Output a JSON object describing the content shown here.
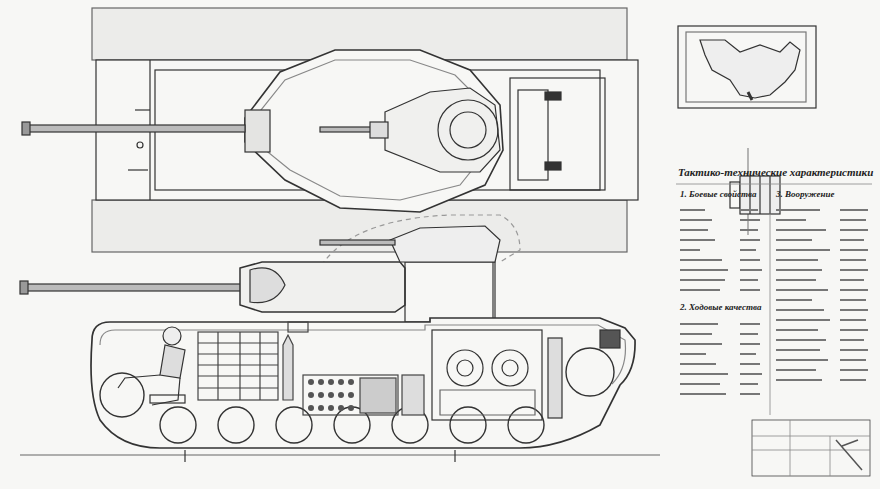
{
  "diagram": {
    "labels": [
      "Тактико-технические характеристики",
      "1. Боевые свойства",
      "3. Вооружение",
      "2. Ходовые качества"
    ]
  }
}
